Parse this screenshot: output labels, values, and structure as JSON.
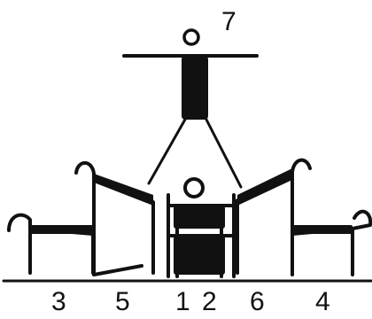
{
  "colors": {
    "ink": "#111111",
    "background": "#ffffff"
  },
  "labels": {
    "top": "7",
    "bottom": [
      "3",
      "5",
      "1",
      "2",
      "6",
      "4"
    ]
  }
}
